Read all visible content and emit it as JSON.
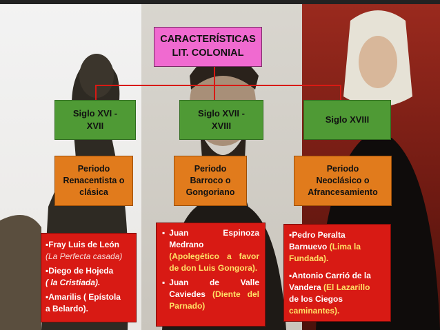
{
  "title": {
    "line1": "CARACTERÍSTICAS",
    "line2": "LIT. COLONIAL"
  },
  "centuries": [
    {
      "line1": "Siglo XVI -",
      "line2": "XVII"
    },
    {
      "line1": "Siglo XVII -",
      "line2": "XVIII"
    },
    {
      "line1": "Siglo XVIII",
      "line2": ""
    }
  ],
  "periods": [
    {
      "line1": "Periodo",
      "line2": "Renacentista o",
      "line3": "clásica"
    },
    {
      "line1": "Periodo",
      "line2": "Barroco o",
      "line3": "Gongoriano"
    },
    {
      "line1": "Periodo",
      "line2": "Neoclásico o",
      "line3": "Afrancesamiento"
    }
  ],
  "works_left": {
    "item1_author": "Fray Luis de León",
    "item1_work": "(La Perfecta casada)",
    "item2_author": "Diego de Hojeda",
    "item2_work": "( la Cristiada).",
    "item3_author": "Amarilis ( Epístola",
    "item3_work": "a Belardo)."
  },
  "works_center": {
    "item1_author": "Juan Espinoza Medrano",
    "item1_work": "(Apolegético a favor de don Luis Gongora).",
    "item2_author": "Juan de Valle Caviedes",
    "item2_work": "(Diente del Parnado)"
  },
  "works_right": {
    "item1_author": "Pedro Peralta Barnuevo",
    "item1_work": "(Lima la Fundada).",
    "item2_author": "Antonio Carrió de la Vandera",
    "item2_work": "(El Lazarillo",
    "item2_work_cont": "de los Ciegos",
    "item2_work_end": "caminantes)."
  },
  "colors": {
    "top": "#f06ad0",
    "century": "#4f9a35",
    "period": "#e17b1c",
    "works": "#d81a14",
    "connector": "#d81a14"
  }
}
